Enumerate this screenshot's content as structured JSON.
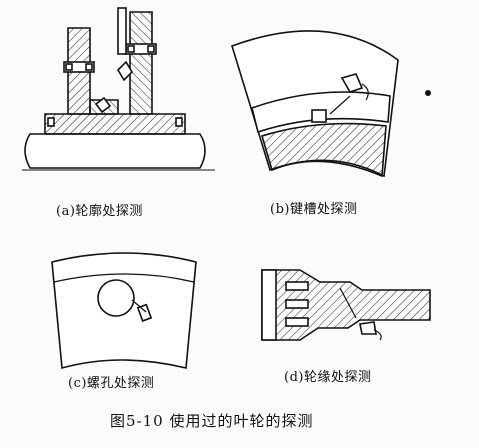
{
  "captions": {
    "a": "(a)轮廓处探测",
    "b": "(b)键槽处探测",
    "c": "(c)螺孔处探测",
    "d": "(d)轮缘处探测"
  },
  "figure_caption": "图5-10   使用过的叶轮的探测"
}
